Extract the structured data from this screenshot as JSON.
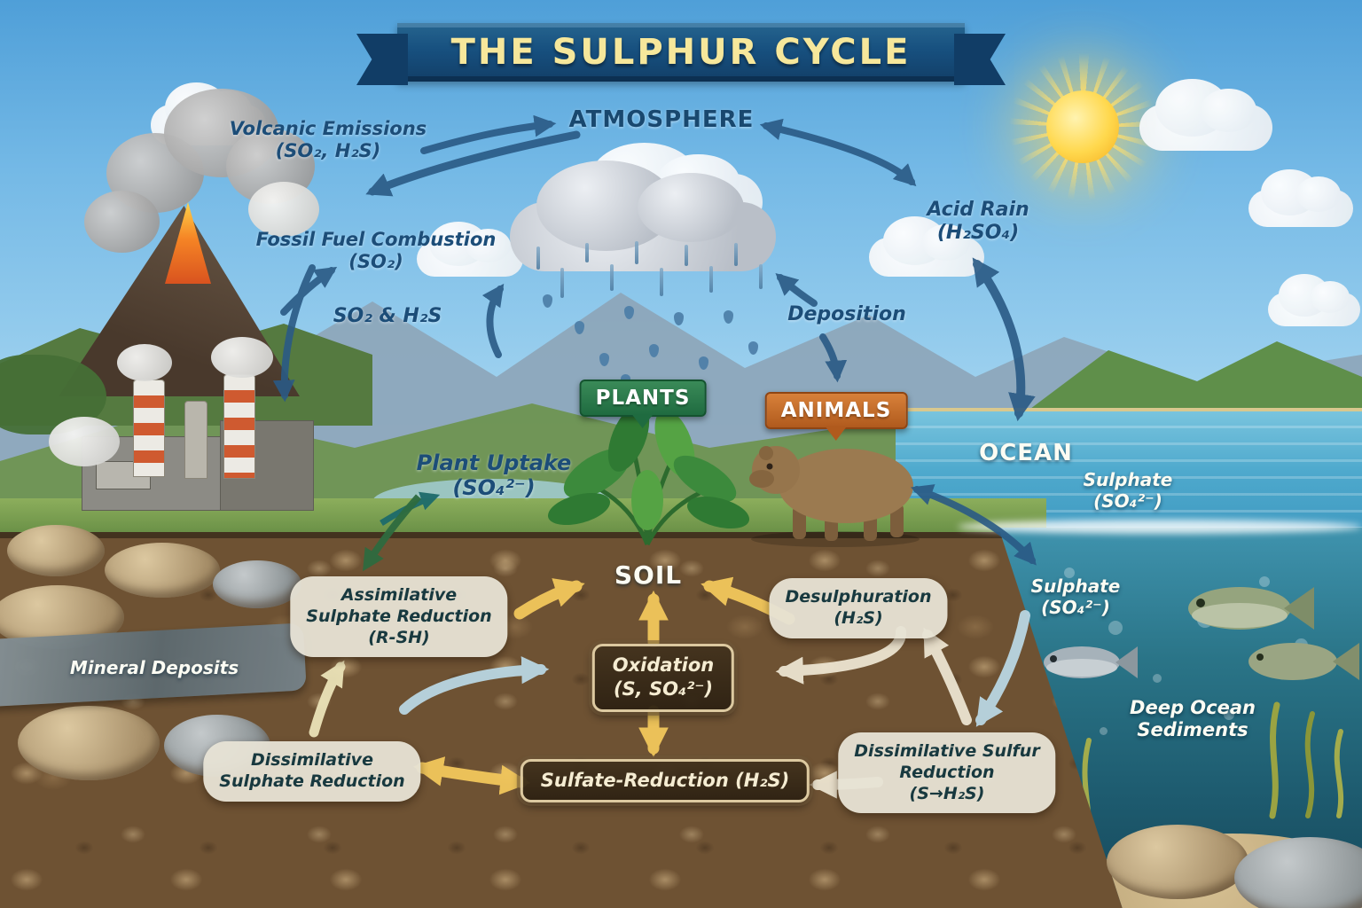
{
  "title": {
    "banner": "THE SULPHUR CYCLE"
  },
  "colors": {
    "banner_blue": "#17507f",
    "banner_text": "#f6e79b",
    "sky_label_navy": "#1c4d78",
    "bubble_bg": "#e7e3d5",
    "bubble_text": "#18393f",
    "box_bg": "#3a2c1a",
    "box_text": "#f5ecd2",
    "plants_tag": "#1f6b40",
    "animals_tag": "#b05a1d",
    "arrow_navy": "#2a5a85",
    "arrow_yellow": "#f2c75c",
    "arrow_cream": "#ece4d0",
    "arrow_blue": "#b9d6e2"
  },
  "atmosphere": {
    "label": "ATMOSPHERE"
  },
  "sources": {
    "volcanic": {
      "l1": "Volcanic Emissions",
      "l2": "(SO₂, H₂S)"
    },
    "fossil": {
      "l1": "Fossil Fuel Combustion",
      "l2": "(SO₂)"
    },
    "gases": "SO₂ & H₂S"
  },
  "rain": {
    "acid": {
      "l1": "Acid Rain",
      "l2": "(H₂SO₄)"
    },
    "deposition": "Deposition"
  },
  "biota": {
    "plants_tag": "PLANTS",
    "animals_tag": "ANIMALS",
    "plant_uptake": {
      "l1": "Plant Uptake",
      "l2": "(SO₄²⁻)"
    }
  },
  "ocean": {
    "label": "OCEAN",
    "sulphate_surface": {
      "l1": "Sulphate",
      "l2": "(SO₄²⁻)"
    },
    "sulphate_deep": {
      "l1": "Sulphate",
      "l2": "(SO₄²⁻)"
    },
    "deep_sediments": {
      "l1": "Deep Ocean",
      "l2": "Sediments"
    }
  },
  "soil": {
    "label": "SOIL",
    "mineral_deposits": "Mineral Deposits",
    "assimilative": {
      "l1": "Assimilative",
      "l2": "Sulphate Reduction",
      "l3": "(R-SH)"
    },
    "desulphuration": {
      "l1": "Desulphuration",
      "l2": "(H₂S)"
    },
    "oxidation": {
      "l1": "Oxidation",
      "l2": "(S, SO₄²⁻)"
    },
    "sulfate_reduction": "Sulfate-Reduction (H₂S)",
    "dissimilative_sulphate": {
      "l1": "Dissimilative",
      "l2": "Sulphate Reduction"
    },
    "dissimilative_sulfur": {
      "l1": "Dissimilative Sulfur",
      "l2": "Reduction",
      "l3": "(S→H₂S)"
    }
  }
}
